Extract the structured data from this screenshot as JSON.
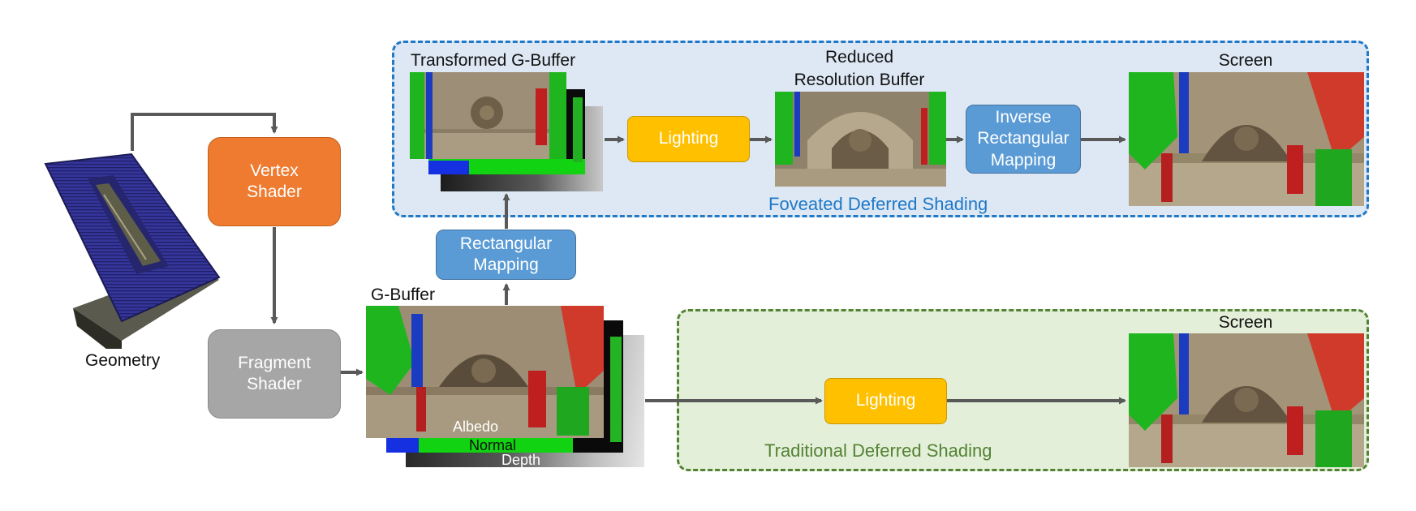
{
  "geometry": {
    "label": "Geometry"
  },
  "vertex_shader": {
    "line1": "Vertex",
    "line2": "Shader"
  },
  "fragment_shader": {
    "line1": "Fragment",
    "line2": "Shader"
  },
  "gbuffer": {
    "title": "G-Buffer",
    "layers": [
      "Albedo",
      "Normal",
      "Depth"
    ]
  },
  "rectangular_mapping": {
    "line1": "Rectangular",
    "line2": "Mapping"
  },
  "foveated": {
    "caption": "Foveated Deferred Shading",
    "transformed_title": "Transformed G-Buffer",
    "lighting": "Lighting",
    "reduced_title_line1": "Reduced",
    "reduced_title_line2": "Resolution Buffer",
    "inverse_line1": "Inverse",
    "inverse_line2": "Rectangular",
    "inverse_line3": "Mapping",
    "screen_title": "Screen"
  },
  "traditional": {
    "caption": "Traditional Deferred Shading",
    "lighting": "Lighting",
    "screen_title": "Screen"
  },
  "colors": {
    "vertex_shader": "#ee7b30",
    "fragment_shader": "#a6a6a6",
    "mapping": "#5b9bd5",
    "lighting": "#ffc000",
    "foveated_border": "#1f78c8",
    "foveated_fill": "#dde8f4",
    "traditional_border": "#548235",
    "traditional_fill": "#e3efd8",
    "arrow": "#595959"
  }
}
